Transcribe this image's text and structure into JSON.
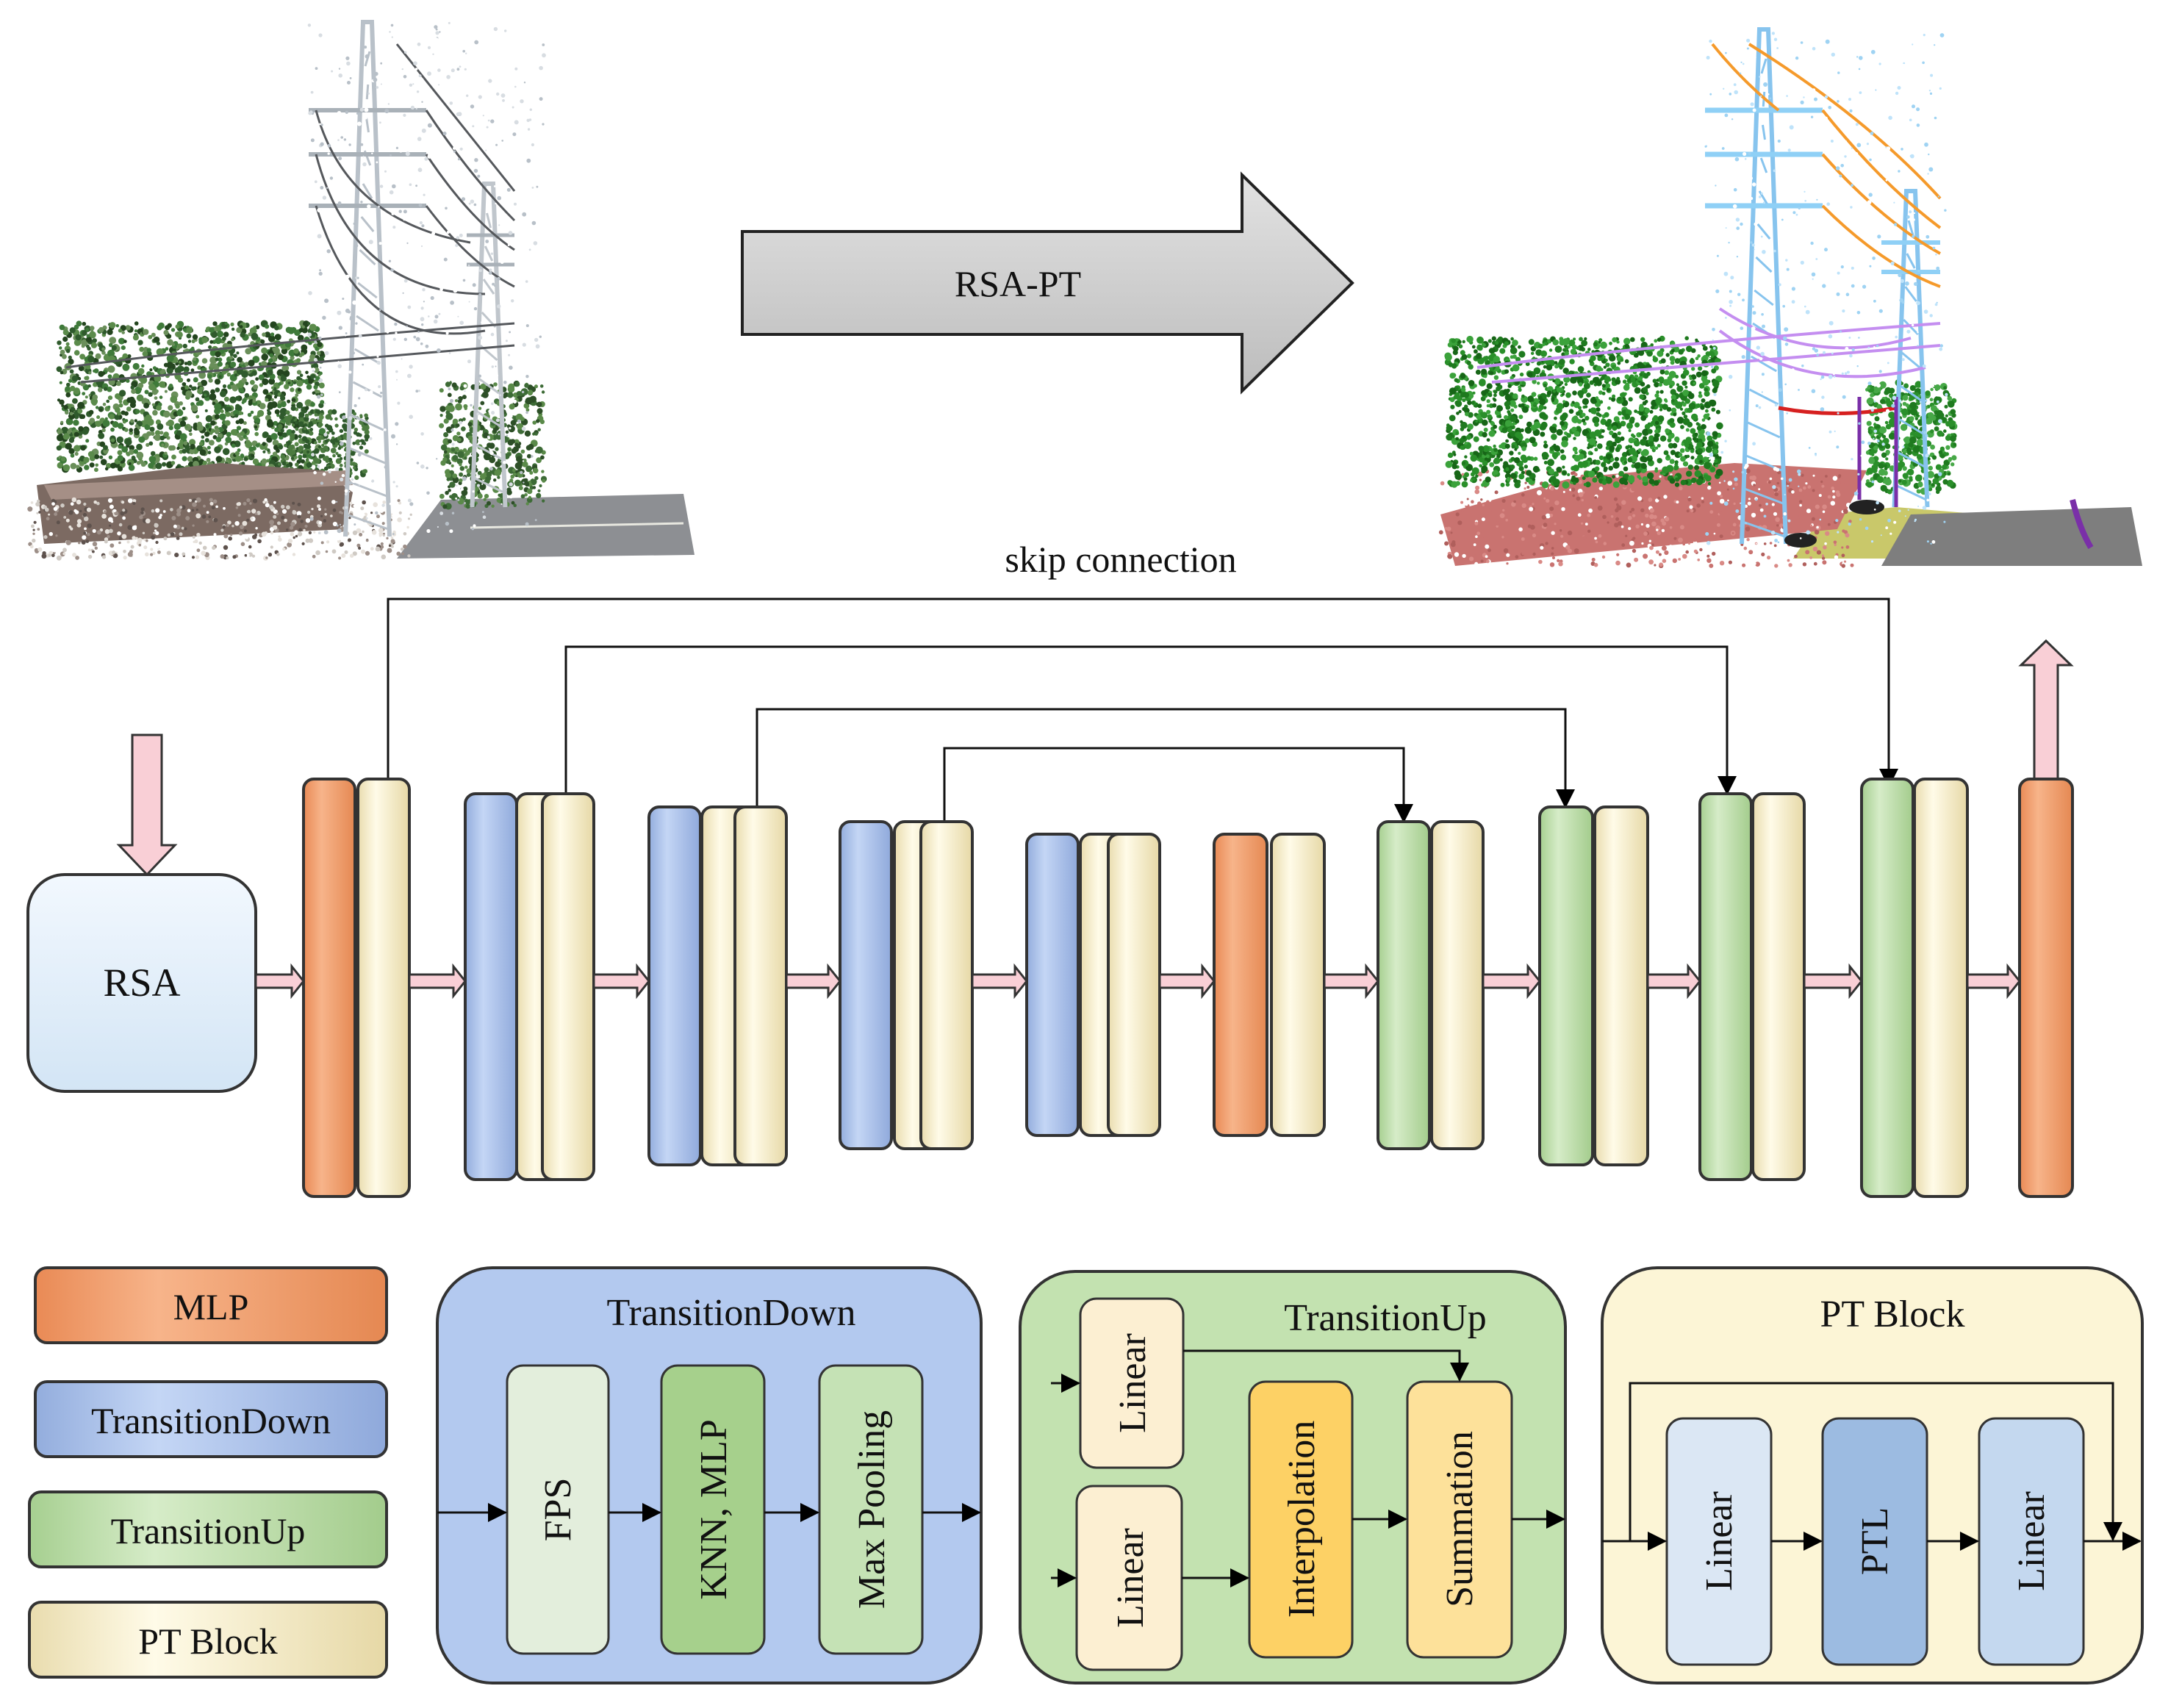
{
  "arrow_label": "RSA-PT",
  "skip_label": "skip connection",
  "rsa_label": "RSA",
  "colors": {
    "mlp": "#f5a97a",
    "transition_down": "#b3c9ef",
    "transition_up": "#c3e2b0",
    "pt_block": "#fcf3d1",
    "rsa": "#e4f1fb",
    "pink_arrow": "#f9cfd6",
    "big_arrow": "#d0d0d0"
  },
  "legend": {
    "mlp": "MLP",
    "transition_down": "TransitionDown",
    "transition_up": "TransitionUp",
    "pt_block": "PT Block"
  },
  "td_panel": {
    "title": "TransitionDown",
    "steps": [
      "FPS",
      "KNN, MLP",
      "Max Pooling"
    ]
  },
  "tu_panel": {
    "title": "TransitionUp",
    "linear_top": "Linear",
    "linear_bottom": "Linear",
    "interpolation": "Interpolation",
    "summation": "Summation"
  },
  "pt_panel": {
    "title": "PT Block",
    "steps": [
      "Linear",
      "PTL",
      "Linear"
    ]
  }
}
